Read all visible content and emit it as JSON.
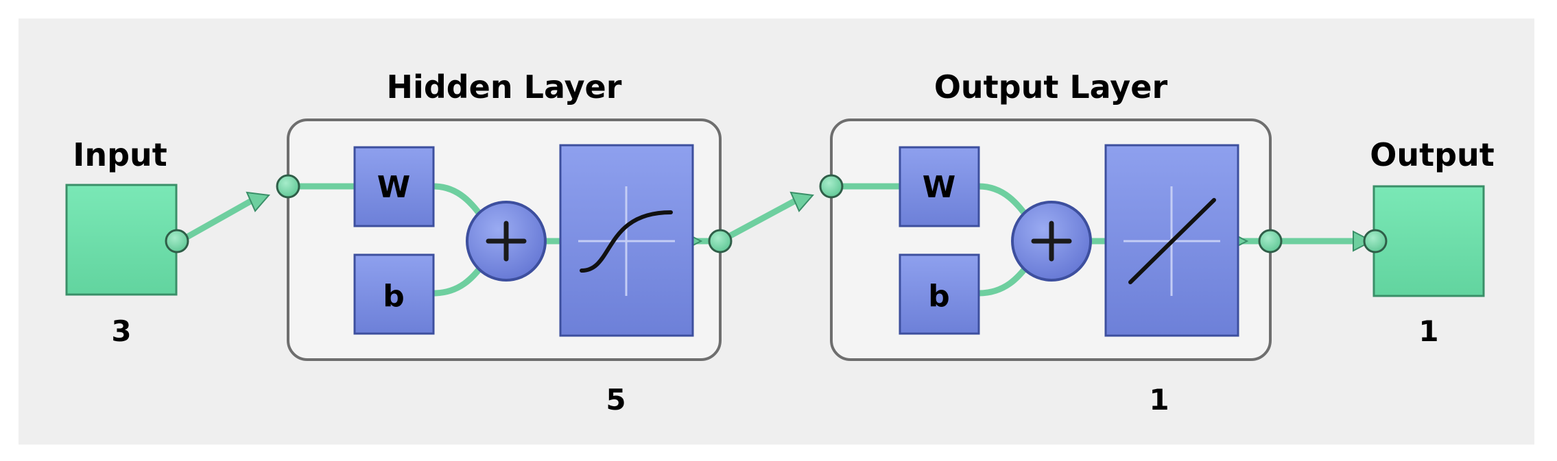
{
  "diagram": {
    "input": {
      "label": "Input",
      "size": "3"
    },
    "hidden_layer": {
      "title": "Hidden Layer",
      "size": "5",
      "weight": "W",
      "bias": "b",
      "transfer_icon": "tansig-curve-icon"
    },
    "output_layer": {
      "title": "Output Layer",
      "size": "1",
      "weight": "W",
      "bias": "b",
      "transfer_icon": "purelin-line-icon"
    },
    "output": {
      "label": "Output",
      "size": "1"
    },
    "colors": {
      "block_fill": "#7b8ee2",
      "block_stroke": "#3d4f9e",
      "terminal_fill": "#6edfac",
      "terminal_stroke": "#3a8f68",
      "connector": "#6ecf9f",
      "layer_box_fill": "#f4f4f4",
      "layer_box_stroke": "#6e6e6e",
      "panel_bg": "#efefef"
    }
  }
}
